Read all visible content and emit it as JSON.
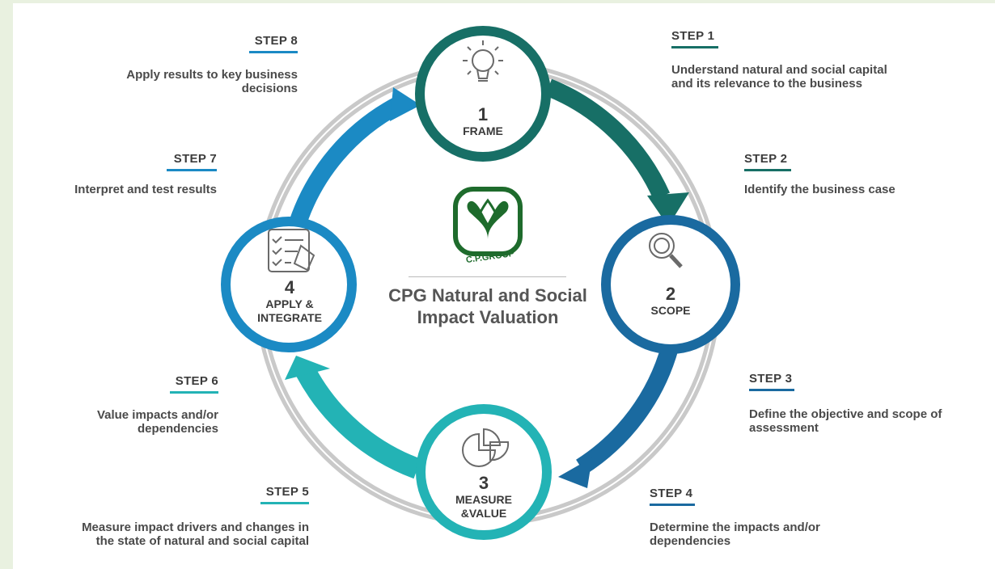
{
  "center": {
    "title": "CPG Natural and Social Impact Valuation",
    "logo_text": "C.P.GROUP",
    "logo_color": "#1e6b2c"
  },
  "nodes": [
    {
      "number": "1",
      "name": "FRAME",
      "icon": "lightbulb-icon",
      "color": "#176f66"
    },
    {
      "number": "2",
      "name": "SCOPE",
      "icon": "magnifier-icon",
      "color": "#1a6aa0"
    },
    {
      "number": "3",
      "name": "MEASURE &VALUE",
      "icon": "pie-chart-icon",
      "color": "#23b3b5"
    },
    {
      "number": "4",
      "name": "APPLY & INTEGRATE",
      "icon": "checklist-icon",
      "color": "#1b8ac4"
    }
  ],
  "steps": [
    {
      "title": "STEP 1",
      "text": "Understand natural and social capital and its relevance to the business",
      "color": "#176f66"
    },
    {
      "title": "STEP 2",
      "text": "Identify the business case",
      "color": "#176f66"
    },
    {
      "title": "STEP 3",
      "text": "Define the objective and scope of assessment",
      "color": "#1a6aa0"
    },
    {
      "title": "STEP 4",
      "text": "Determine the impacts and/or dependencies",
      "color": "#1a6aa0"
    },
    {
      "title": "STEP 5",
      "text": "Measure impact  drivers  and changes in the state of natural and social capital",
      "color": "#23b3b5"
    },
    {
      "title": "STEP 6",
      "text": "Value impacts and/or dependencies",
      "color": "#23b3b5"
    },
    {
      "title": "STEP 7",
      "text": "Interpret and test results",
      "color": "#1b8ac4"
    },
    {
      "title": "STEP 8",
      "text": "Apply results to key business decisions",
      "color": "#1b8ac4"
    }
  ]
}
